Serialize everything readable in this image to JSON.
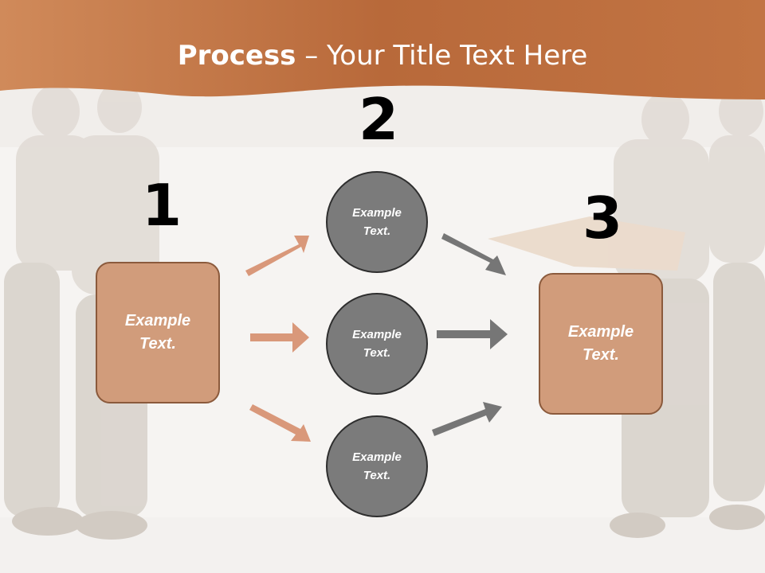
{
  "slide": {
    "title_bold": "Process",
    "title_rest": " – Your Title Text Here",
    "steps": [
      {
        "number": "1",
        "text": "Example\nText."
      },
      {
        "number": "2",
        "text": ""
      },
      {
        "number": "3",
        "text": "Example\nText."
      }
    ],
    "circles": [
      "Example\nText.",
      "Example\nText.",
      "Example\nText."
    ]
  },
  "colors": {
    "header": "#b96a3c",
    "box_fill": "#d19c7b",
    "circle_fill": "#7b7b7b",
    "orange_arrow": "#d9987a",
    "gray_arrow": "#767676"
  }
}
